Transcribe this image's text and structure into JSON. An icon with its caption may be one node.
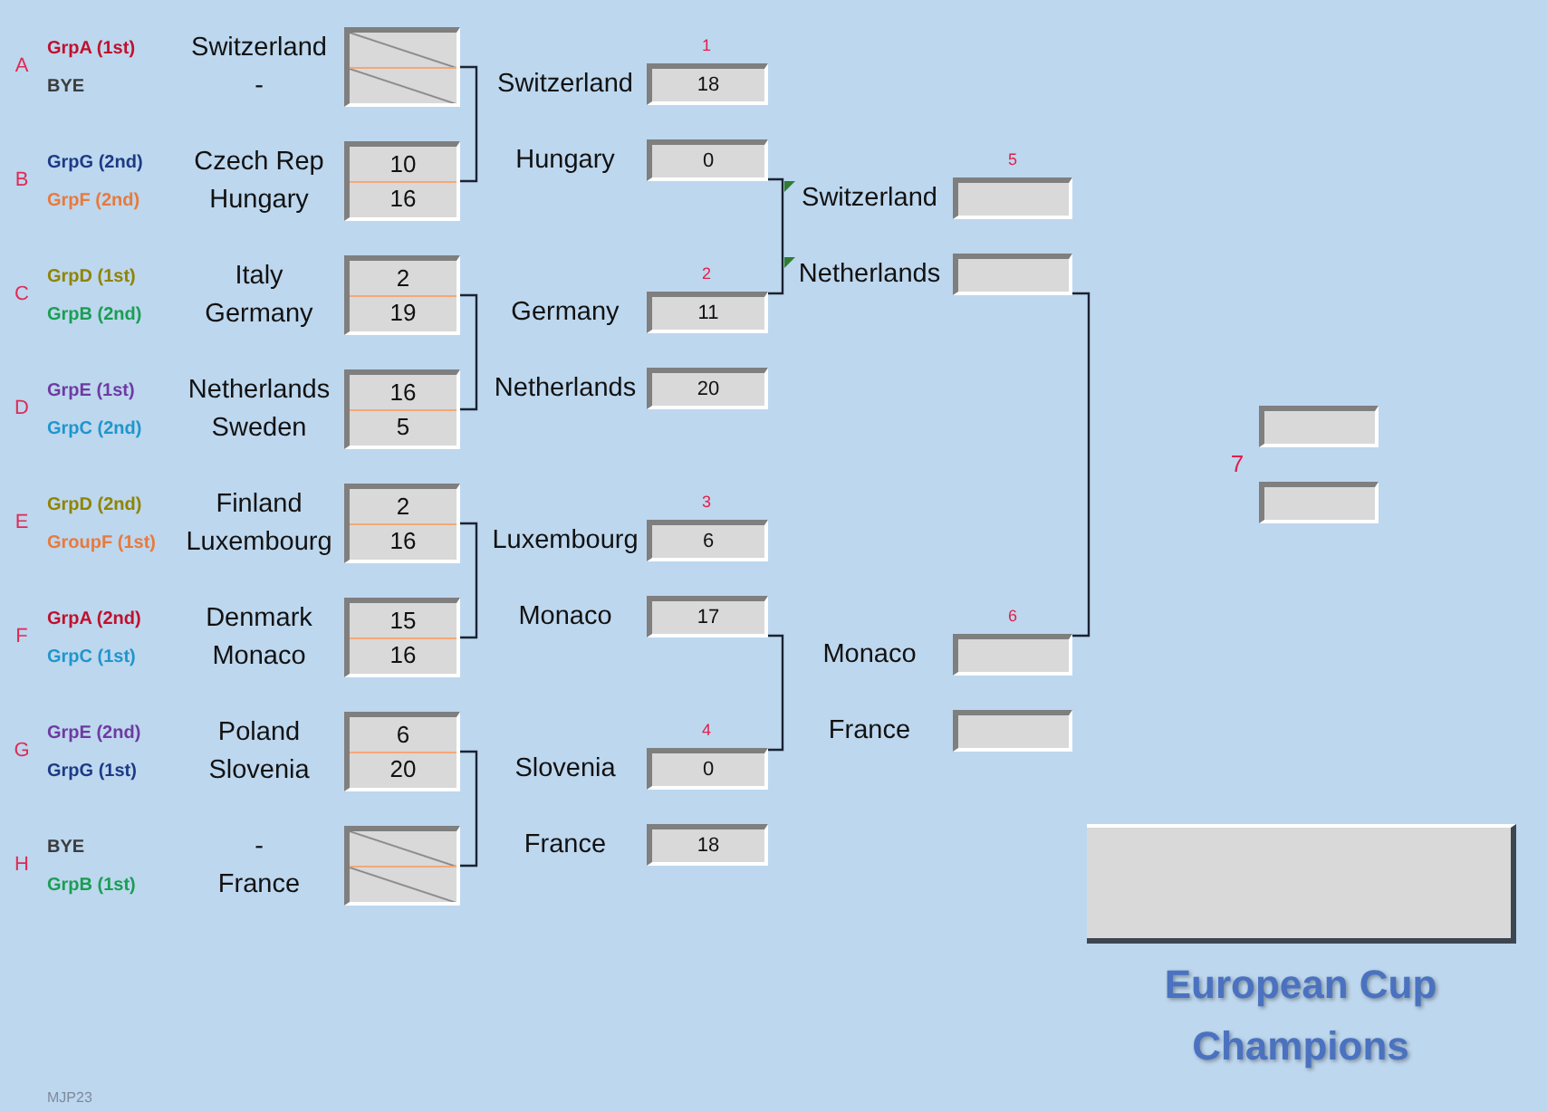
{
  "diagram": {
    "nodes": [
      {
        "text": [],
        "shape": "box",
        "beside": [
          "A",
          "GrpA (1st)",
          "Switzerland",
          "BYE",
          "-"
        ]
      },
      {
        "text": [
          "10",
          "16"
        ],
        "beside": [
          "B",
          "GrpG (2nd)",
          "Czech Rep",
          "GrpF (2nd)",
          "Hungary"
        ]
      },
      {
        "text": [
          "2",
          "19"
        ],
        "beside": [
          "C",
          "GrpD (1st)",
          "Italy",
          "GrpB (2nd)",
          "Germany"
        ]
      },
      {
        "text": [
          "16",
          "5"
        ],
        "beside": [
          "D",
          "GrpE (1st)",
          "Netherlands",
          "GrpC (2nd)",
          "Sweden"
        ]
      },
      {
        "text": [
          "2",
          "16"
        ],
        "beside": [
          "E",
          "GrpD (2nd)",
          "Finland",
          "GroupF (1st)",
          "Luxembourg"
        ]
      },
      {
        "text": [
          "15",
          "16"
        ],
        "beside": [
          "F",
          "GrpA (2nd)",
          "Denmark",
          "GrpC (1st)",
          "Monaco"
        ]
      },
      {
        "text": [
          "6",
          "20"
        ],
        "beside": [
          "G",
          "GrpE (2nd)",
          "Poland",
          "GrpG (1st)",
          "Slovenia"
        ]
      },
      {
        "text": [],
        "shape": "box",
        "beside": [
          "H",
          "BYE",
          "-",
          "GrpB (1st)",
          "France"
        ]
      },
      {
        "text": [
          "18"
        ],
        "beside": [
          "1",
          "Switzerland"
        ]
      },
      {
        "text": [
          "0"
        ],
        "beside": [
          "Hungary"
        ]
      },
      {
        "text": [
          "11"
        ],
        "beside": [
          "2",
          "Germany"
        ]
      },
      {
        "text": [
          "20"
        ],
        "beside": [
          "Netherlands"
        ]
      },
      {
        "text": [
          "6"
        ],
        "beside": [
          "3",
          "Luxembourg"
        ]
      },
      {
        "text": [
          "17"
        ],
        "beside": [
          "Monaco"
        ]
      },
      {
        "text": [
          "0"
        ],
        "beside": [
          "4",
          "Slovenia"
        ]
      },
      {
        "text": [
          "18"
        ],
        "beside": [
          "France"
        ]
      },
      {
        "text": [],
        "shape": "box",
        "beside": [
          "5",
          "Switzerland"
        ]
      },
      {
        "text": [],
        "shape": "box",
        "beside": [
          "Netherlands"
        ]
      },
      {
        "text": [],
        "shape": "box",
        "beside": [
          "6",
          "Monaco"
        ]
      },
      {
        "text": [],
        "shape": "box",
        "beside": [
          "France"
        ]
      },
      {
        "text": [],
        "shape": "box",
        "beside": [
          "7"
        ]
      },
      {
        "text": [],
        "shape": "box"
      },
      {
        "text": [],
        "shape": "box",
        "beside": [
          "European Cup Champions"
        ]
      }
    ],
    "edges": [
      {
        "from": 0,
        "to": 1,
        "arrow": "none"
      },
      {
        "from": 2,
        "to": 3,
        "arrow": "none"
      },
      {
        "from": 4,
        "to": 5,
        "arrow": "none"
      },
      {
        "from": 6,
        "to": 7,
        "arrow": "none"
      },
      {
        "from": 9,
        "to": 10,
        "arrow": "none"
      },
      {
        "from": 13,
        "to": 14,
        "arrow": "none"
      },
      {
        "from": 17,
        "to": 18,
        "arrow": "none"
      }
    ],
    "labels": [
      "MJP23"
    ]
  }
}
